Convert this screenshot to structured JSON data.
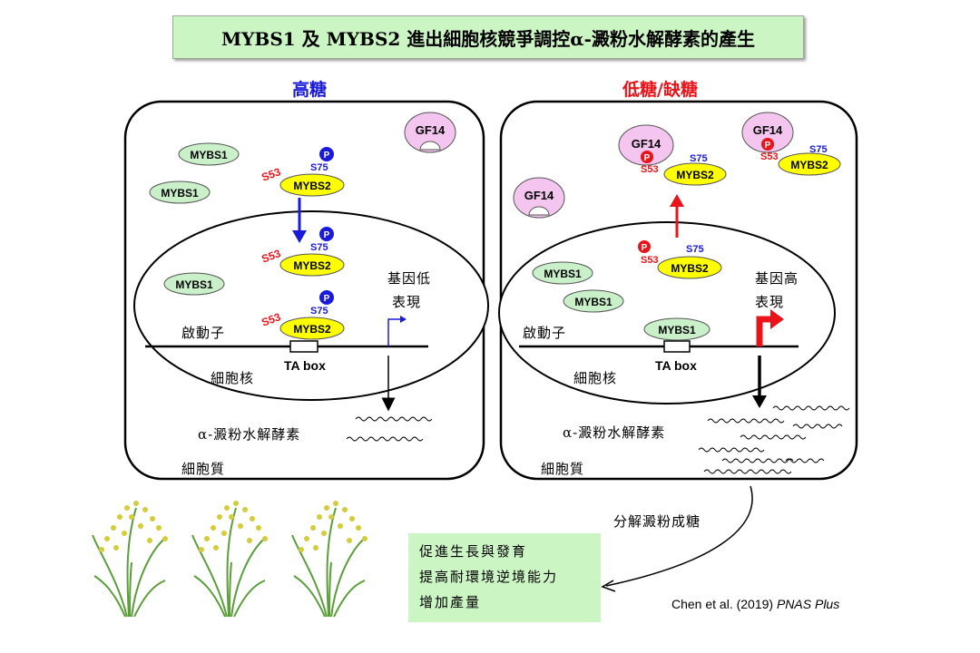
{
  "title": "MYBS1 及 MYBS2 進出細胞核競爭調控α-澱粉水解酵素的產生",
  "left_panel": {
    "heading": "高糖",
    "heading_color": "#1a1adb",
    "promoter": "啟動子",
    "nucleus": "細胞核",
    "cytoplasm": "細胞質",
    "gene_expression_line1": "基因低",
    "gene_expression_line2": "表現",
    "enzyme": "α-澱粉水解酵素",
    "ta_box": "TA box",
    "mybs1": "MYBS1",
    "mybs2": "MYBS2",
    "gf14": "GF14",
    "s53": "S53",
    "s75": "S75",
    "p": "P"
  },
  "right_panel": {
    "heading": "低糖/缺糖",
    "heading_color": "#e8141a",
    "promoter": "啟動子",
    "nucleus": "細胞核",
    "cytoplasm": "細胞質",
    "gene_expression_line1": "基因高",
    "gene_expression_line2": "表現",
    "enzyme": "α-澱粉水解酵素",
    "ta_box": "TA box",
    "mybs1": "MYBS1",
    "mybs2": "MYBS2",
    "gf14": "GF14",
    "s53": "S53",
    "s75": "S75",
    "p": "P"
  },
  "starch_label": "分解澱粉成糖",
  "benefits": [
    "促進生長與發育",
    "提高耐環境逆境能力",
    "增加產量"
  ],
  "citation": {
    "authors": "Chen et al. (2019) ",
    "journal": "PNAS Plus"
  },
  "colors": {
    "mybs1": "#c9f0c9",
    "mybs2": "#ffff00",
    "gf14": "#f4c6ef",
    "blue": "#1a1adb",
    "red": "#e8141a",
    "benefit_box": "#ccf5c4"
  }
}
